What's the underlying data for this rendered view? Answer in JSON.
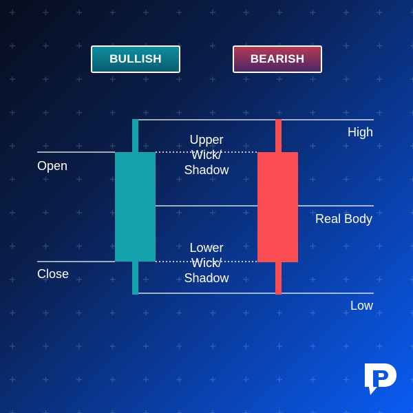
{
  "buttons": {
    "bullish": "BULLISH",
    "bearish": "BEARISH"
  },
  "labels": {
    "high": "High",
    "open": "Open",
    "real_body": "Real Body",
    "close": "Close",
    "low": "Low",
    "upper_wick": [
      "Upper",
      "Wick/",
      "Shadow"
    ],
    "lower_wick": [
      "Lower",
      "Wick/",
      "Shadow"
    ]
  },
  "colors": {
    "bullish": "#14a3ad",
    "bearish": "#fb4e52",
    "background_start": "#070d1e",
    "background_end": "#0a5cf2"
  },
  "icons": {
    "brand_logo": "p-logo-icon"
  }
}
